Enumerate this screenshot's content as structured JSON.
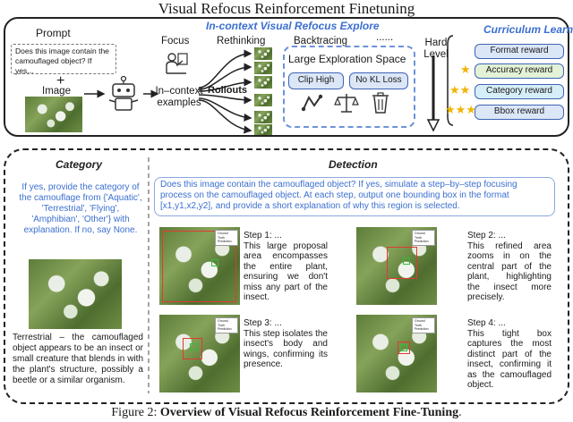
{
  "title": "Visual Refocus Reinforcement Finetuning",
  "top": {
    "prompt_label": "Prompt",
    "prompt_text": "Does this image contain the camouflaged object? If yes...",
    "plus": "+",
    "image_label": "Image",
    "explore_title": "In-context Visual Refocus Explore",
    "focus_label": "Focus",
    "incontext_label": "In–context examples",
    "rethinking_label": "Rethinking",
    "rollouts_label": "Rollouts",
    "backtracing_label": "Backtracing",
    "dots": "......",
    "space_label": "Large Exploration Space",
    "clip_high": "Clip High",
    "no_kl": "No KL Loss",
    "curriculum_title": "Curriculum Learning",
    "hard_level": "Hard Level",
    "rewards": [
      "Format reward",
      "Accuracy reward",
      "Category reward",
      "Bbox reward"
    ],
    "reward_colors": [
      "#dbe6f7",
      "#e3f2d6",
      "#d6eef7",
      "#dbe6f7"
    ],
    "star_color": "#f2b400"
  },
  "category": {
    "title": "Category",
    "question": "If yes, provide the category of the camouflage from {'Aquatic', 'Terrestrial', 'Flying', 'Amphibian', 'Other'} with explanation. If no, say None.",
    "answer": "Terrestrial – the camouflaged object appears to be an insect or small creature that blends in with the plant's structure, possibly a beetle or a similar organism."
  },
  "detection": {
    "title": "Detection",
    "question": "Does this image contain the camouflaged object? If yes, simulate a step–by–step focusing process on the camouflaged object. At each step, output one bounding box in the format [x1,y1,x2,y2], and provide a short explanation of why this region is selected.",
    "legend_gt": "Ground Truth",
    "legend_pred": "Prediction",
    "steps": [
      {
        "text": "Step 1: ...\nThis large proposal area encompasses the entire plant, ensuring we don't miss any part of the insect."
      },
      {
        "text": "Step 2: ...\nThis refined area zooms in on the central part of the plant, highlighting the insect more precisely."
      },
      {
        "text": "Step 3: ...\nThis step isolates the insect's body and wings, confirming its presence."
      },
      {
        "text": "Step 4: ...\nThis tight box captures the most distinct part of the insect, confirming it as the camouflaged object."
      }
    ]
  },
  "caption": {
    "prefix": "Figure 2: ",
    "bold": "Overview of Visual Refocus Reinforcement Fine-Tuning",
    "suffix": "."
  }
}
